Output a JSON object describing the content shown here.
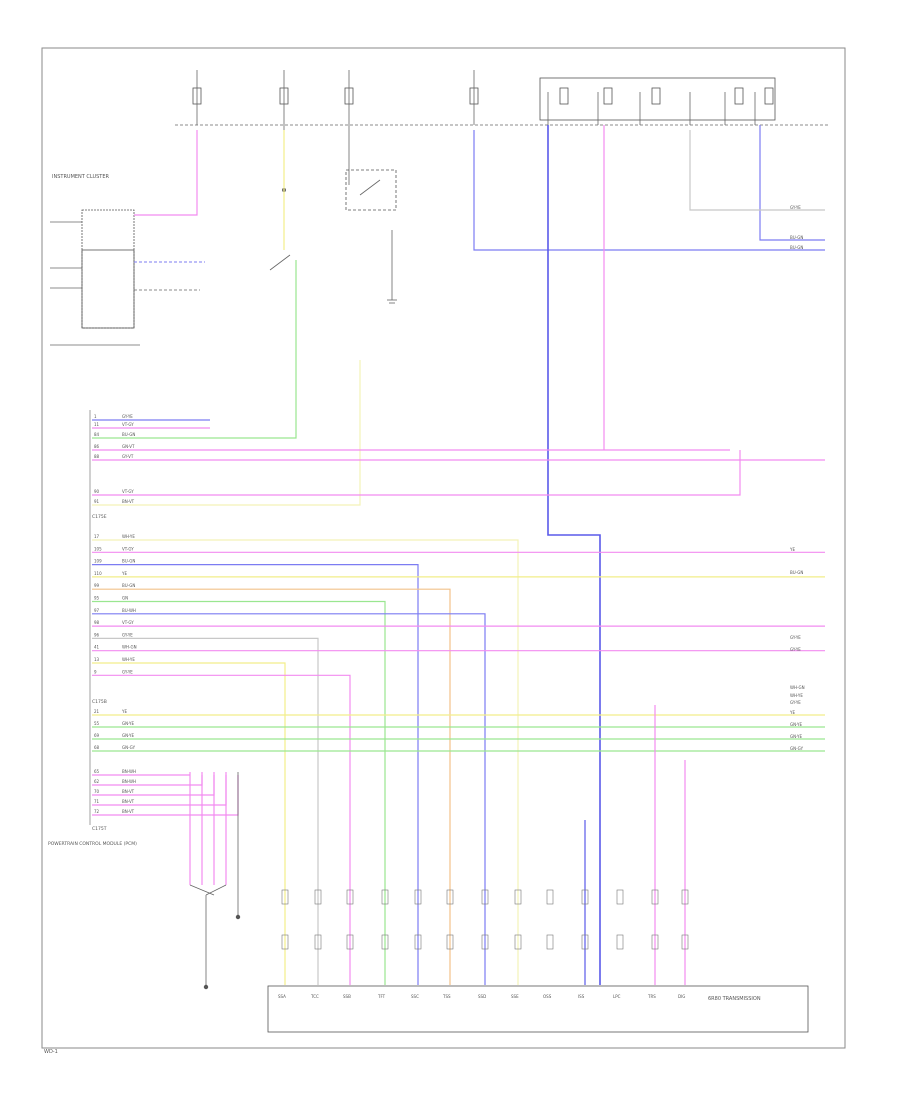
{
  "diagram": {
    "transmission_label": "6R80 TRANSMISSION",
    "footer": "WD-1",
    "cluster_label": "INSTRUMENT CLUSTER",
    "pcm_label": "POWERTRAIN CONTROL MODULE (PCM)",
    "connector_labels": [
      "C175E",
      "C175B",
      "C175T"
    ],
    "pcm_pins_group1": [
      {
        "pin": "1",
        "wire": "GY-YE"
      },
      {
        "pin": "11",
        "wire": "VT-GY"
      },
      {
        "pin": "84",
        "wire": "BU-GN"
      },
      {
        "pin": "86",
        "wire": "GN-VT"
      },
      {
        "pin": "88",
        "wire": "GY-VT"
      }
    ],
    "pcm_pins_group2": [
      {
        "pin": "90",
        "wire": "VT-GY"
      },
      {
        "pin": "91",
        "wire": "BN-VT"
      }
    ],
    "pcm_pins_group3": [
      {
        "pin": "17",
        "wire": "WH-YE"
      },
      {
        "pin": "105",
        "wire": "VT-GY"
      },
      {
        "pin": "109",
        "wire": "BU-GN"
      },
      {
        "pin": "110",
        "wire": "YE"
      },
      {
        "pin": "99",
        "wire": "BU-GN"
      },
      {
        "pin": "95",
        "wire": "GN"
      },
      {
        "pin": "97",
        "wire": "BU-WH"
      },
      {
        "pin": "98",
        "wire": "VT-GY"
      },
      {
        "pin": "96",
        "wire": "GY-YE"
      },
      {
        "pin": "41",
        "wire": "WH-GN"
      },
      {
        "pin": "13",
        "wire": "WH-YE"
      },
      {
        "pin": "9",
        "wire": "GY-YE"
      }
    ],
    "pcm_pins_group4": [
      {
        "pin": "21",
        "wire": "YE"
      },
      {
        "pin": "55",
        "wire": "GN-YE"
      },
      {
        "pin": "69",
        "wire": "GN-YE"
      },
      {
        "pin": "68",
        "wire": "GN-GY"
      }
    ],
    "pcm_pins_group5": [
      {
        "pin": "65",
        "wire": "BN-WH"
      },
      {
        "pin": "62",
        "wire": "BN-WH"
      },
      {
        "pin": "70",
        "wire": "BN-VT"
      },
      {
        "pin": "71",
        "wire": "BN-VT"
      },
      {
        "pin": "72",
        "wire": "BN-VT"
      }
    ],
    "trans_pins": [
      "SSA",
      "TCC",
      "SSB",
      "TFT",
      "SSC",
      "TSS",
      "SSD",
      "SSE",
      "OSS",
      "ISS",
      "LPC",
      "TRS",
      "DIG"
    ],
    "right_edge_labels": [
      "GY-YE",
      "BU-GN",
      "BU-GN",
      "YE",
      "BU-GN",
      "GY-YE",
      "GY-YE",
      "WH-GN",
      "WH-YE",
      "GY-YE",
      "YE",
      "GN-YE",
      "GN-YE",
      "GN-GY"
    ],
    "colors": {
      "pink": "#f28cf0",
      "yellow": "#f2ee8a",
      "lightyellow": "#f4f2b8",
      "green": "#9ae690",
      "blue": "#7c7cf2",
      "darkblue": "#5a5aea",
      "orange": "#f2c28a",
      "gray": "#c8c8c8",
      "frame": "#8a8a8a"
    }
  }
}
